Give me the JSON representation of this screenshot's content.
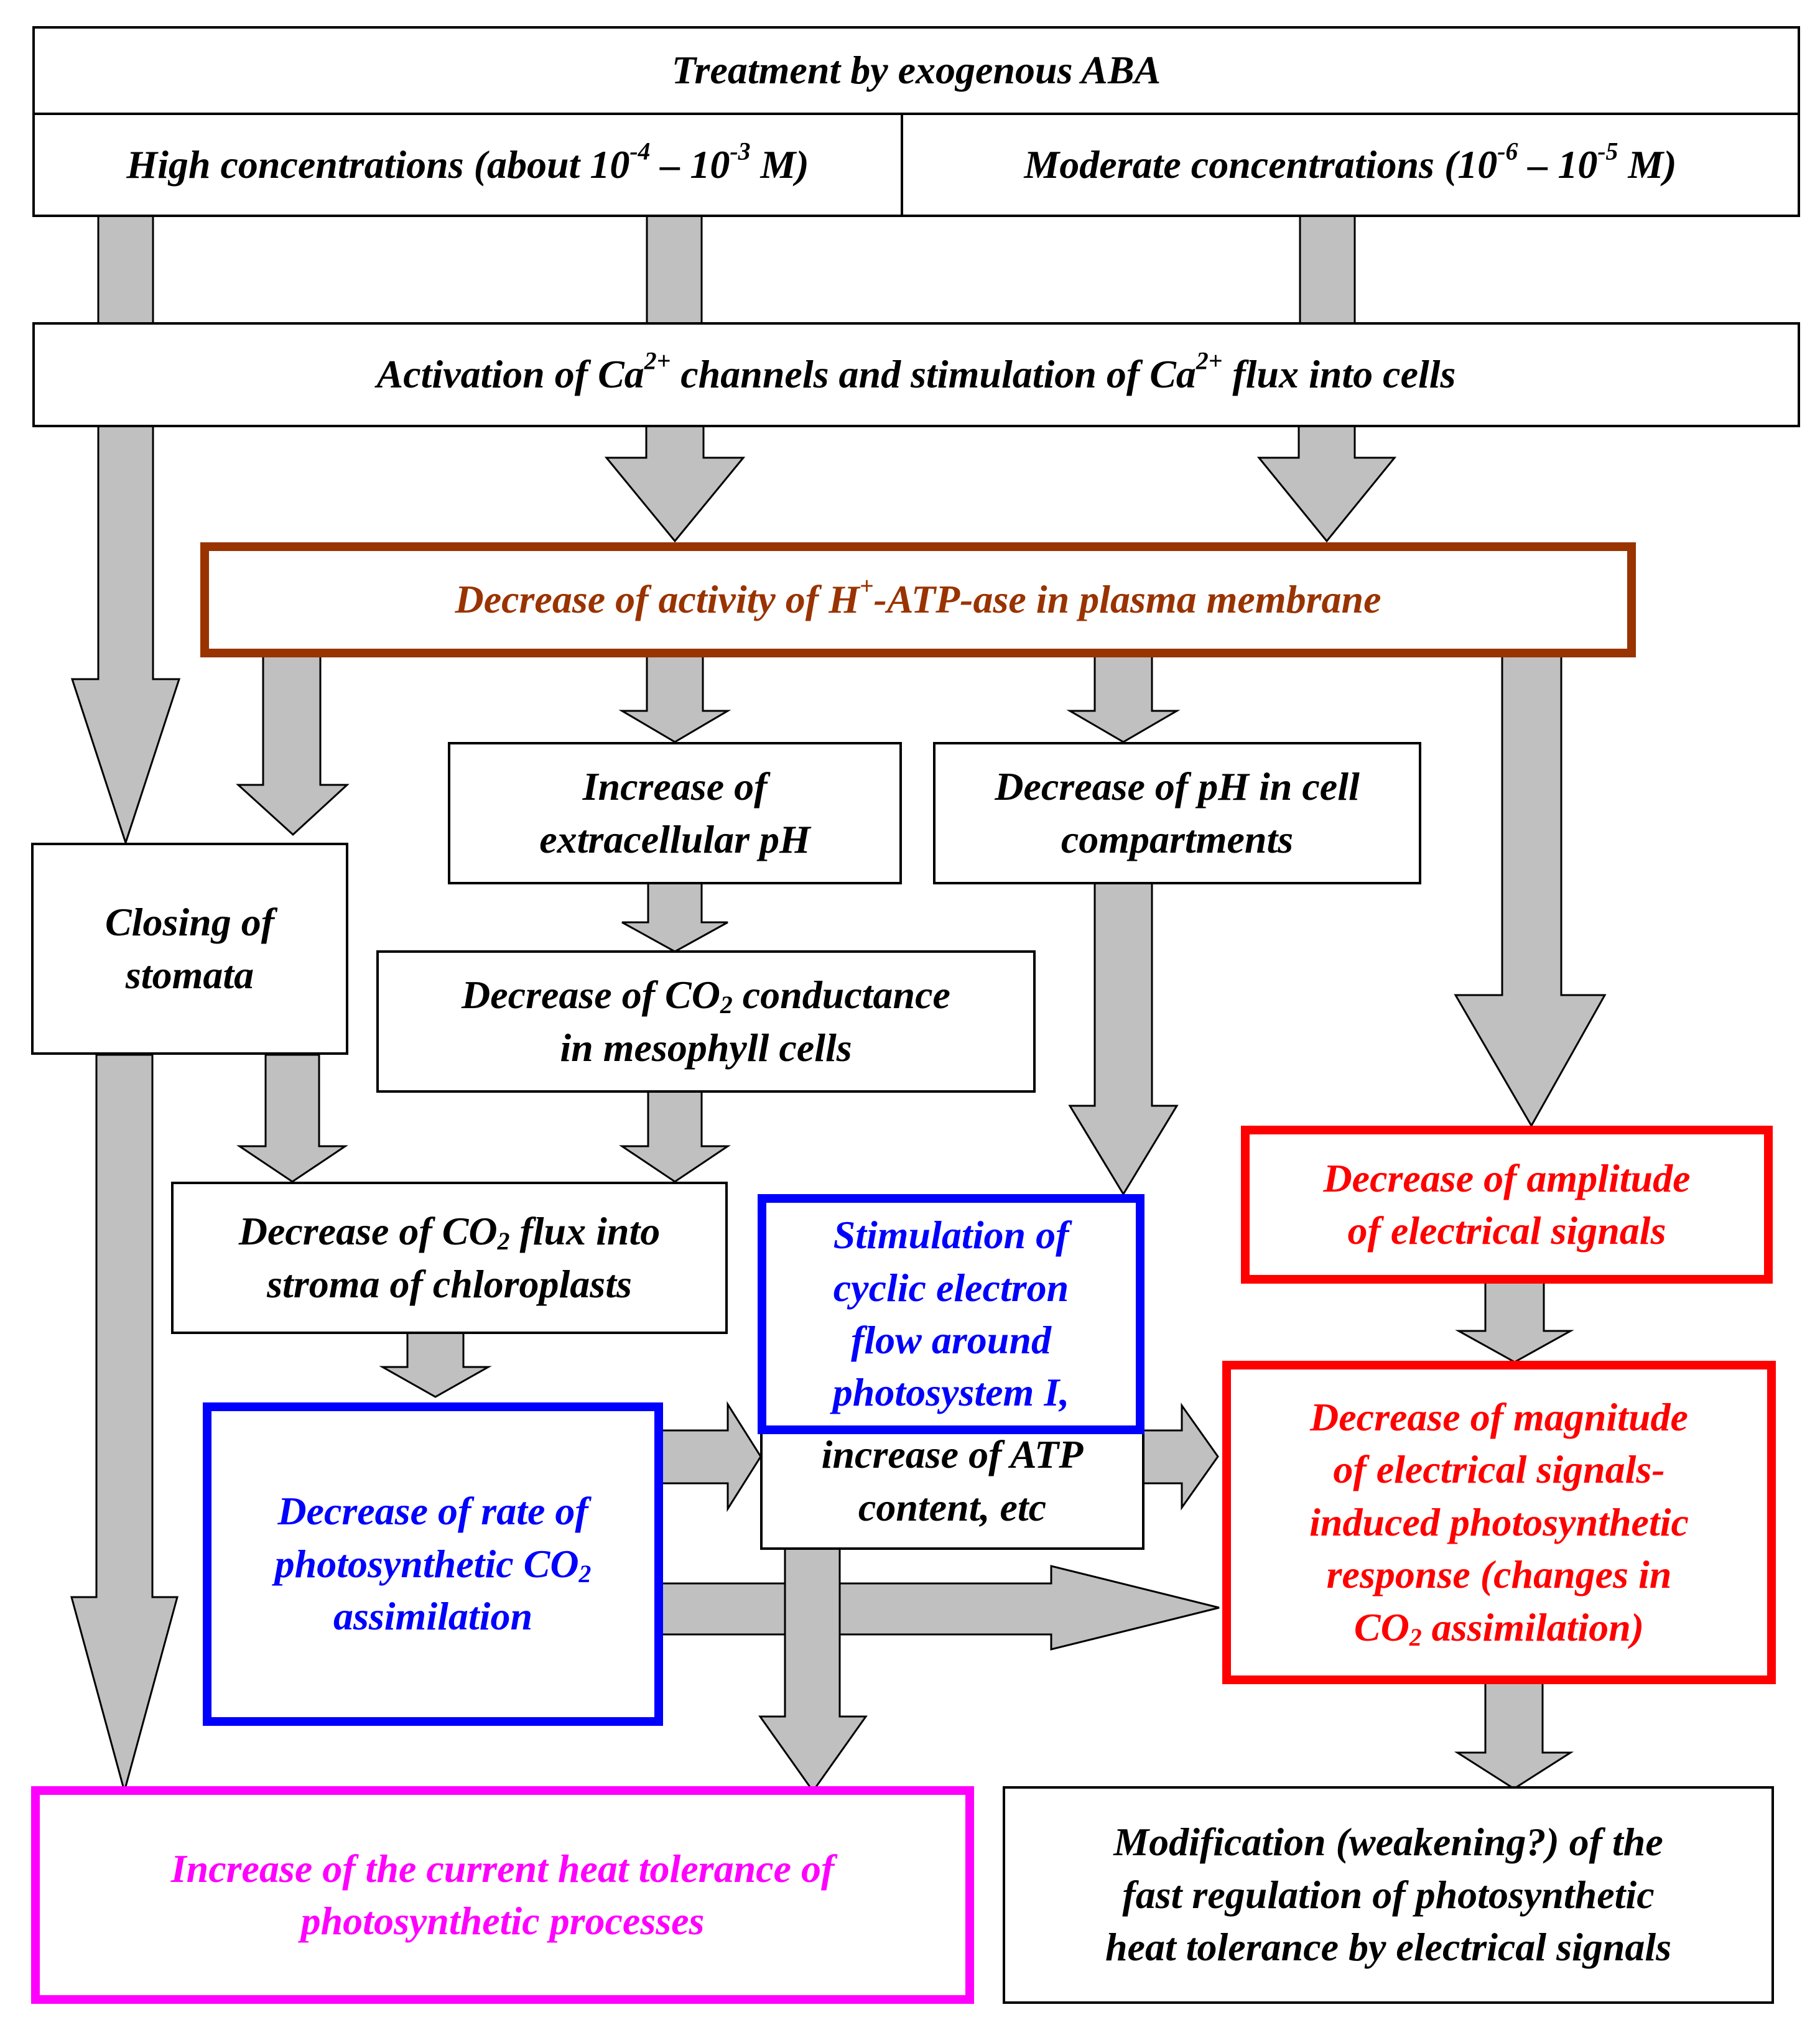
{
  "treatment": {
    "label": "Treatment by exogenous ABA"
  },
  "high": {
    "pre": "High concentrations (about 10",
    "e1": "-4",
    "mid": " – 10",
    "e2": "-3",
    "post": " M)"
  },
  "moderate": {
    "pre": "Moderate concentrations (10",
    "e1": "-6",
    "mid": " – 10",
    "e2": "-5",
    "post": " M)"
  },
  "calcium": {
    "p1": "Activation of Ca",
    "s1": "2+",
    "p2": " channels and stimulation of Ca",
    "s2": "2+",
    "p3": " flux into cells"
  },
  "atpase": {
    "p1": "Decrease of activity of H",
    "s1": "+",
    "p2": "-ATP-ase in plasma membrane"
  },
  "extracellular_ph": {
    "l1": "Increase of",
    "l2": "extracellular pH"
  },
  "compartment_ph": {
    "l1": "Decrease of pH in cell",
    "l2": "compartments"
  },
  "stomata": {
    "l1": "Closing of",
    "l2": "stomata"
  },
  "co2_conductance": {
    "l1a": "Decrease of CO",
    "l1s": "2",
    "l1b": " conductance",
    "l2": "in mesophyll cells"
  },
  "co2_flux": {
    "l1a": "Decrease of CO",
    "l1s": "2",
    "l1b": " flux into",
    "l2": "stroma of chloroplasts"
  },
  "cyclic_flow": {
    "l1": "Stimulation of",
    "l2": "cyclic electron",
    "l3": "flow around",
    "l4": "photosystem I,"
  },
  "atp_content": {
    "l1": "increase of ATP",
    "l2": "content, etc"
  },
  "amplitude": {
    "l1": "Decrease of amplitude",
    "l2": "of electrical signals"
  },
  "co2_assimilation": {
    "l1": "Decrease of rate of",
    "l2a": "photosynthetic CO",
    "l2s": "2",
    "l3": "assimilation"
  },
  "magnitude": {
    "l1": "Decrease of magnitude",
    "l2": "of electrical signals-",
    "l3": "induced photosynthetic",
    "l4": "response (changes in",
    "l5a": "CO",
    "l5s": "2",
    "l5b": " assimilation)"
  },
  "heat_tolerance": {
    "l1": "Increase of the current heat tolerance of",
    "l2": "photosynthetic processes"
  },
  "modification": {
    "l1": "Modification (weakening?) of the",
    "l2": "fast regulation of photosynthetic",
    "l3": "heat tolerance by electrical signals"
  },
  "colors": {
    "brown": "#993300",
    "red": "#ff0000",
    "blue": "#0000ff",
    "magenta": "#ff00ff",
    "arrow": "#c0c0c0"
  }
}
